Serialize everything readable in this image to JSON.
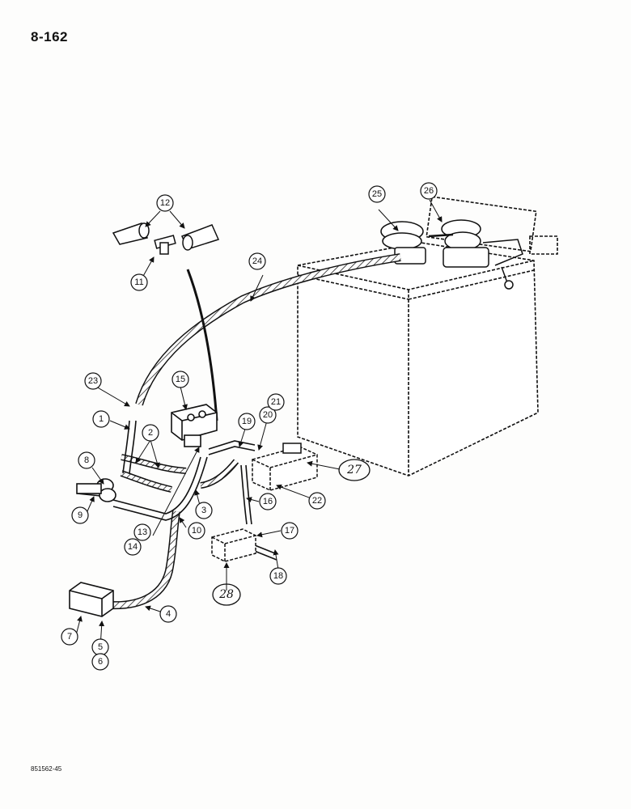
{
  "page_number": "8-162",
  "figure_code": "851562-45",
  "callouts": {
    "c1": "1",
    "c2": "2",
    "c3": "3",
    "c4": "4",
    "c5": "5",
    "c6": "6",
    "c7": "7",
    "c8": "8",
    "c9": "9",
    "c10": "10",
    "c11": "11",
    "c12": "12",
    "c13": "13",
    "c14": "14",
    "c15": "15",
    "c16": "16",
    "c17": "17",
    "c18": "18",
    "c19": "19",
    "c20": "20",
    "c21": "21",
    "c22": "22",
    "c23": "23",
    "c24": "24",
    "c25": "25",
    "c26": "26"
  },
  "handwritten": {
    "h27": "27",
    "h28": "28"
  }
}
